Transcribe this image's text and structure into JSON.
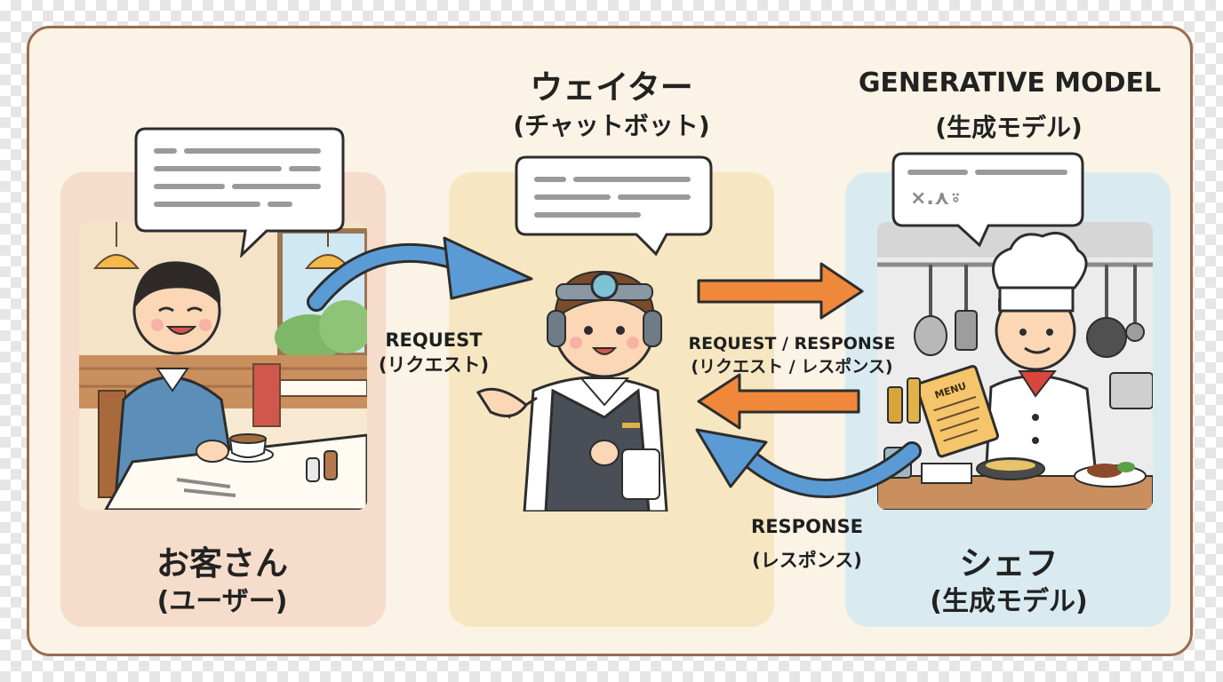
{
  "colors": {
    "frame_border": "#9a6b4f",
    "frame_fill": "#faf3e6",
    "customer_panel": "#f6dccb",
    "waiter_panel": "#f6e7c2",
    "chef_panel": "#d9ebf1",
    "arrow_blue": "#5b9bd5",
    "arrow_orange": "#f0883c"
  },
  "waiter": {
    "title": "ウェイター",
    "subtitle": "(チャットボット)"
  },
  "model": {
    "title": "GENERATIVE MODEL",
    "subtitle": "(生成モデル)"
  },
  "customer": {
    "title": "お客さん",
    "subtitle": "(ユーザー)"
  },
  "chef": {
    "title": "シェフ",
    "subtitle": "(生成モデル)",
    "bubble_symbols": "×.⋏⍤",
    "menu_label": "MENU"
  },
  "flows": {
    "request_en": "REQUEST",
    "request_ja": "(リクエスト)",
    "req_resp_en": "REQUEST / RESPONSE",
    "req_resp_ja": "(リクエスト / レスポンス)",
    "response_en": "RESPONSE",
    "response_ja": "(レスポンス)"
  }
}
